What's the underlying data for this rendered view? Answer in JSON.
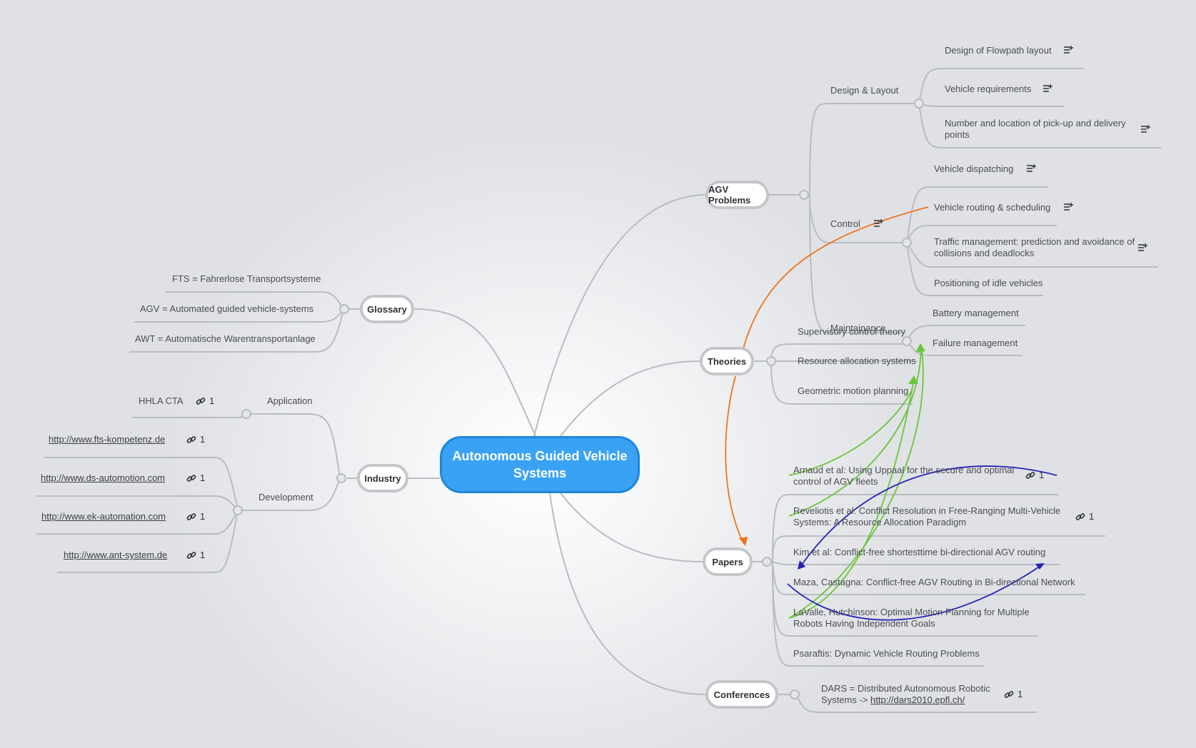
{
  "central": {
    "title": "Autonomous Guided Vehicle Systems"
  },
  "main_topics": {
    "agv_problems": "AGV Problems",
    "theories": "Theories",
    "papers": "Papers",
    "conferences": "Conferences",
    "glossary": "Glossary",
    "industry": "Industry"
  },
  "agv_problems": {
    "design_layout": {
      "label": "Design & Layout",
      "items": [
        "Design of Flowpath layout",
        "Vehicle requirements",
        "Number and location of pick-up and delivery points"
      ]
    },
    "control": {
      "label": "Control",
      "items": [
        "Vehicle dispatching",
        "Vehicle routing & scheduling",
        "Traffic management: prediction and avoidance of collisions and deadlocks",
        "Positioning of idle vehicles"
      ]
    },
    "maintainance": {
      "label": "Maintainance",
      "items": [
        "Battery management",
        "Failure management"
      ]
    }
  },
  "theories": {
    "items": [
      "Supervisory control theory",
      "Resource allocation systems",
      "Geometric motion planning"
    ]
  },
  "papers": {
    "items": [
      "Arnaud et al: Using Uppaal for the secure and optimal control of AGV fleets",
      "Reveliotis et al: Conflict Resolution in Free-Ranging Multi-Vehicle Systems: A Resource Allocation Paradigm",
      "Kim et al: Conflict-free shortesttime bi-directional AGV routing",
      "Maza, Castagna: Conflict-free AGV Routing in Bi-directional Network",
      "LaValle, Hutchinson: Optimal Motion Planning for Multiple Robots Having Independent Goals",
      "Psaraftis: Dynamic Vehicle Routing Problems"
    ],
    "link_counts": [
      "1",
      "1"
    ]
  },
  "conferences": {
    "dars_text": "DARS = Distributed Autonomous Robotic Systems ->",
    "dars_url": "http://dars2010.epfl.ch/",
    "link_count": "1"
  },
  "glossary": {
    "items": [
      "FTS = Fahrerlose Transportsysteme",
      "AGV = Automated guided vehicle-systems",
      "AWT = Automatische Warentransportanlage"
    ]
  },
  "industry": {
    "application": {
      "label": "Application",
      "items": [
        "HHLA CTA"
      ],
      "link_count": "1"
    },
    "development": {
      "label": "Development",
      "items": [
        "http://www.fts-kompetenz.de",
        "http://www.ds-automotion.com",
        "http://www.ek-automation.com",
        "http://www.ant-system.de"
      ],
      "link_counts": [
        "1",
        "1",
        "1",
        "1"
      ]
    }
  },
  "colors": {
    "central_fill": "#39a2f5",
    "central_border": "#1f86dc",
    "branch_line": "#b9bcc1",
    "relation_orange": "#f0731c",
    "relation_green": "#6cc43a",
    "relation_blue": "#2222b8",
    "background": "#dfe1e5"
  },
  "icons": [
    "note-icon",
    "link-icon"
  ]
}
